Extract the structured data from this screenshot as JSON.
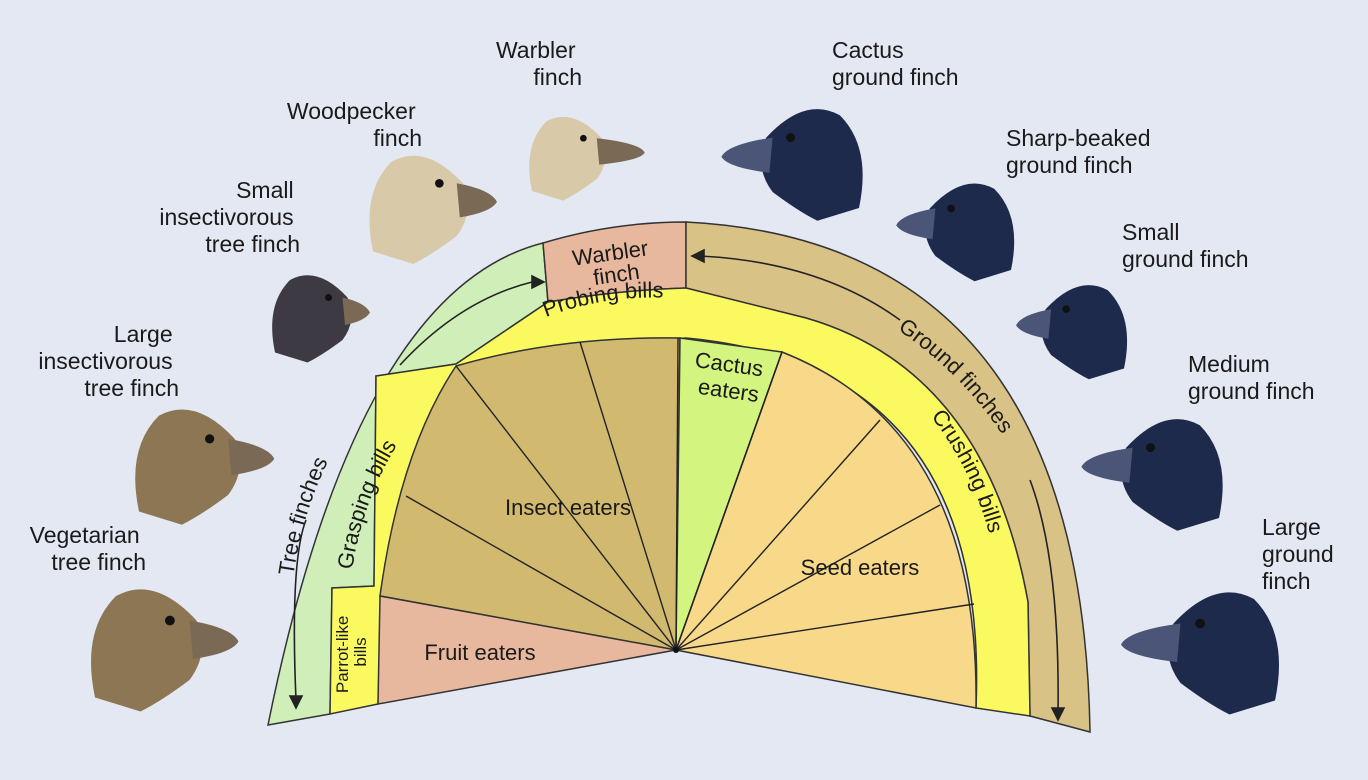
{
  "colors": {
    "background": "#e3e8f3",
    "tree_band": "#cfeeb8",
    "ground_band": "#d8c285",
    "warbler_band": "#e8b89e",
    "bill_band": "#fafa60",
    "insect": "#d2b970",
    "fruit": "#e8b89e",
    "cactus": "#d3f47e",
    "seed": "#f8d98a",
    "dark_bird": "#1e2a4c",
    "light_bird": "#d8c9a8",
    "brown_bird": "#8d7653"
  },
  "finches": [
    {
      "id": "vegetarian-tree",
      "lines": [
        "Vegetarian",
        "tree finch"
      ],
      "tone": "brown"
    },
    {
      "id": "large-insectivorous-tree",
      "lines": [
        "Large",
        "insectivorous",
        "tree finch"
      ],
      "tone": "brown"
    },
    {
      "id": "small-insectivorous-tree",
      "lines": [
        "Small",
        "insectivorous",
        "tree finch"
      ],
      "tone": "brown-dark"
    },
    {
      "id": "woodpecker",
      "lines": [
        "Woodpecker",
        "finch"
      ],
      "tone": "light"
    },
    {
      "id": "warbler",
      "lines": [
        "Warbler",
        "finch"
      ],
      "tone": "light"
    },
    {
      "id": "cactus-ground",
      "lines": [
        "Cactus",
        "ground finch"
      ],
      "tone": "dark"
    },
    {
      "id": "sharp-beaked-ground",
      "lines": [
        "Sharp-beaked",
        "ground finch"
      ],
      "tone": "dark"
    },
    {
      "id": "small-ground",
      "lines": [
        "Small",
        "ground finch"
      ],
      "tone": "dark"
    },
    {
      "id": "medium-ground",
      "lines": [
        "Medium",
        "ground finch"
      ],
      "tone": "dark"
    },
    {
      "id": "large-ground",
      "lines": [
        "Large",
        "ground",
        "finch"
      ],
      "tone": "dark"
    }
  ],
  "groups": {
    "tree": "Tree finches",
    "ground": "Ground finches",
    "warbler": [
      "Warbler",
      "finch"
    ]
  },
  "bills": {
    "probing": "Probing bills",
    "grasping": "Grasping bills",
    "crushing": "Crushing bills",
    "parrot": [
      "Parrot-like",
      "bills"
    ]
  },
  "diets": {
    "insect": "Insect eaters",
    "fruit": "Fruit eaters",
    "cactus": [
      "Cactus",
      "eaters"
    ],
    "seed": "Seed eaters"
  }
}
